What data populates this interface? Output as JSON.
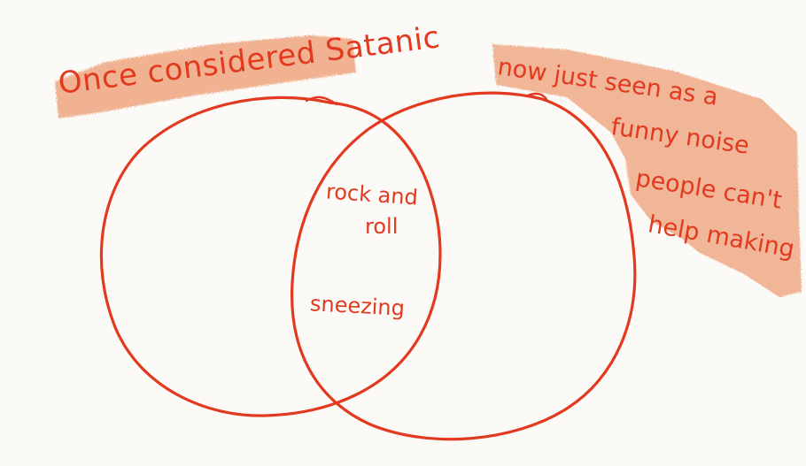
{
  "labels": {
    "left_set": "Once considered Satanic",
    "intersection_line1": "rock and",
    "intersection_line2": "roll",
    "intersection_item2": "sneezing",
    "right_set_lines": [
      "now just seen as a",
      "funny noise",
      "people can't",
      "help making"
    ]
  },
  "colors": {
    "ink": "#e2391f",
    "highlight": "#ee9a6f",
    "paper": "#fbfaf7"
  }
}
